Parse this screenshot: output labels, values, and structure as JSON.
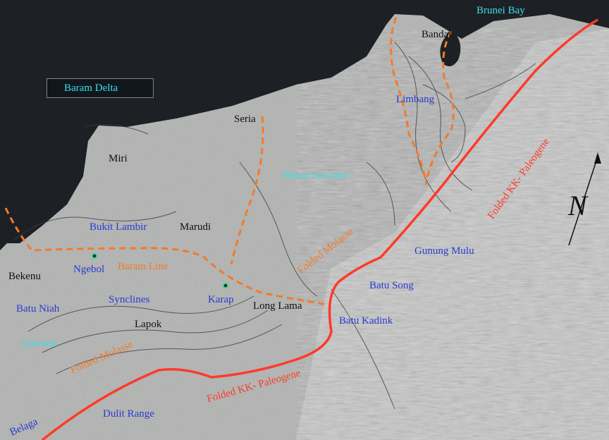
{
  "map": {
    "labels": {
      "baram_delta": "Baram Delta",
      "brunei_bay": "Brunei Bay",
      "bandar": "Bandar",
      "limbang": "Limbang",
      "seria": "Seria",
      "miri": "Miri",
      "belait_syncline": "Belait Syncline",
      "bukit_lambir": "Bukit Lambir",
      "marudi": "Marudi",
      "folded_molasse_1": "Folded Molasse",
      "gunung_mulu": "Gunung Mulu",
      "folded_kk_paleogene_1": "Folded KK- Paleogene",
      "ngebol": "Ngebol",
      "baram_line": "Baram Line",
      "bekenu": "Bekenu",
      "batu_song": "Batu Song",
      "batu_niah": "Batu Niah",
      "synclines": "Synclines",
      "karap": "Karap",
      "long_lama": "Long Lama",
      "batu_kadink": "Batu Kadink",
      "lapok": "Lapok",
      "luconia": "Luconia",
      "folded_molasse_2": "Folded Molasse",
      "folded_kk_paleogene_2": "Folded KK- Paleogene",
      "dulit_range": "Dulit Range",
      "belaga": "Belaga",
      "north_arrow": "N"
    },
    "colors": {
      "sea": "#1a1d21",
      "land": "#a9aba9",
      "town_label": "#111111",
      "feature_label": "#2b3bd0",
      "water_label": "#38e0e8",
      "structure_label": "#f47a2a",
      "fault_line": "#ff3a2a",
      "baram_line": "#f47a2a",
      "site_marker": "#2fd08a"
    }
  }
}
